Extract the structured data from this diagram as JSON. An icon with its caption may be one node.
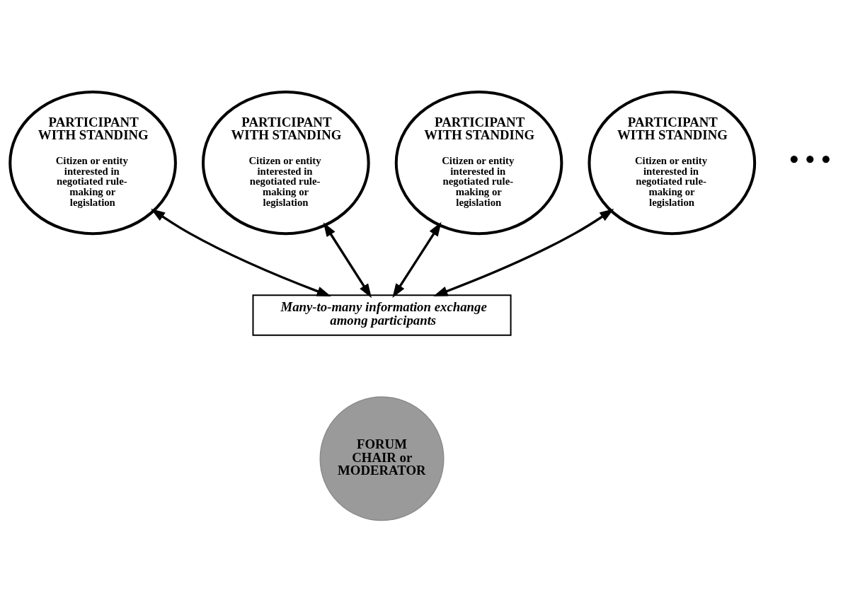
{
  "diagram": {
    "nodes": [
      {
        "text": [
          "PARTICIPANT WITH STANDING",
          "Citizen or entity interested in negotiated rule-making or legislation"
        ]
      },
      {
        "text": [
          "PARTICIPANT WITH STANDING",
          "Citizen or entity interested in negotiated rule-making or legislation"
        ]
      },
      {
        "text": [
          "PARTICIPANT WITH STANDING",
          "Citizen or entity interested in negotiated rule-making or legislation"
        ]
      },
      {
        "text": [
          "PARTICIPANT WITH STANDING",
          "Citizen or entity interested in negotiated rule-making or legislation"
        ]
      },
      {
        "text": [
          "Many-to-many information exchange among participants"
        ]
      },
      {
        "text": [
          "FORUM CHAIR or MODERATOR"
        ]
      }
    ],
    "edges": [
      {
        "from": 0,
        "to": 4,
        "arrow": "both"
      },
      {
        "from": 1,
        "to": 4,
        "arrow": "both"
      },
      {
        "from": 2,
        "to": 4,
        "arrow": "both"
      },
      {
        "from": 3,
        "to": 4,
        "arrow": "both"
      }
    ],
    "labels": [
      "• • •"
    ]
  }
}
